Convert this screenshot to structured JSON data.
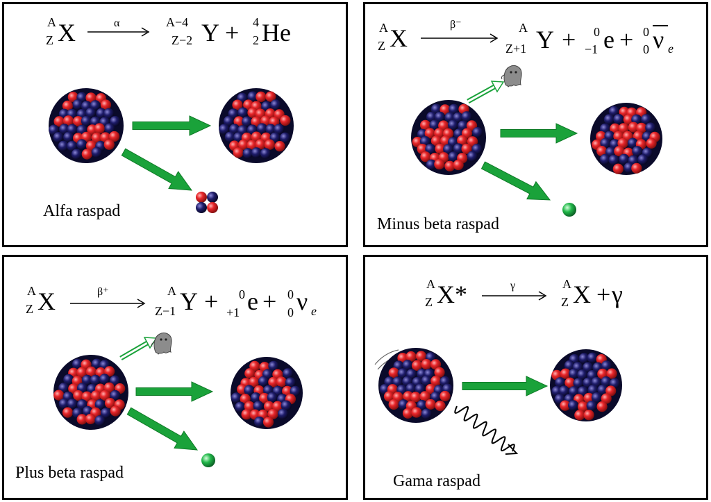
{
  "colors": {
    "proton": "#e8262a",
    "neutron": "#1e1c6a",
    "arrow": "#1aa23a",
    "particle": "#22b84a",
    "ghost": "#8a8a8a"
  },
  "alpha": {
    "parent": "X",
    "A": "A",
    "Z": "Z",
    "label": "α",
    "daughter": "Y",
    "dA": "A−4",
    "dZ": "Z−2",
    "plus": "+",
    "emitted": "He",
    "eA": "4",
    "eZ": "2",
    "caption": "Alfa raspad"
  },
  "beta_minus": {
    "parent": "X",
    "A": "A",
    "Z": "Z",
    "label": "β⁻",
    "daughter": "Y",
    "dA": "A",
    "dZ": "Z+1",
    "plus": "+",
    "electron": "e",
    "eA": "0",
    "eZ": "−1",
    "plus2": "+",
    "neutrino": "ν",
    "nA": "0",
    "nZ": "0",
    "nsub": "e",
    "caption": "Minus beta raspad"
  },
  "beta_plus": {
    "parent": "X",
    "A": "A",
    "Z": "Z",
    "label": "β⁺",
    "daughter": "Y",
    "dA": "A",
    "dZ": "Z−1",
    "plus": "+",
    "positron": "e",
    "eA": "0",
    "eZ": "+1",
    "plus2": "+",
    "neutrino": "ν",
    "nA": "0",
    "nZ": "0",
    "nsub": "e",
    "caption": "Plus beta raspad"
  },
  "gamma": {
    "parent": "X*",
    "A": "A",
    "Z": "Z",
    "label": "γ",
    "daughter": "X",
    "dA": "A",
    "dZ": "Z",
    "plus": "+",
    "photon": "γ",
    "caption": "Gama raspad"
  }
}
